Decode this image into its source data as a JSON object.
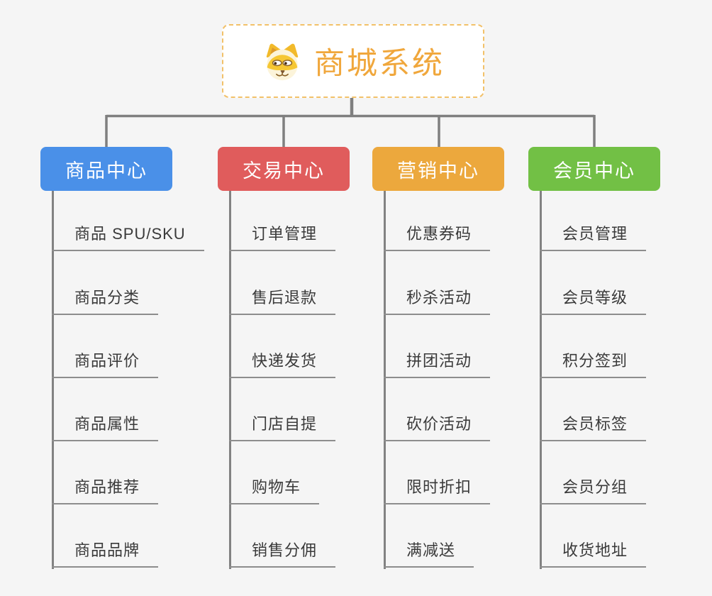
{
  "background": "#f5f5f5",
  "connector_color": "#7f7f7f",
  "underline_color": "#8d8d8d",
  "item_text_color": "#3a3a3a",
  "root": {
    "title": "商城系统",
    "title_color": "#f0a73c",
    "border_color": "#f2c169",
    "icon": "dog-face-icon"
  },
  "branches": [
    {
      "label": "商品中心",
      "color": "#4a90e8",
      "items": [
        "商品 SPU/SKU",
        "商品分类",
        "商品评价",
        "商品属性",
        "商品推荐",
        "商品品牌"
      ]
    },
    {
      "label": "交易中心",
      "color": "#e05c5c",
      "items": [
        "订单管理",
        "售后退款",
        "快递发货",
        "门店自提",
        "购物车",
        "销售分佣"
      ]
    },
    {
      "label": "营销中心",
      "color": "#eca83d",
      "items": [
        "优惠券码",
        "秒杀活动",
        "拼团活动",
        "砍价活动",
        "限时折扣",
        "满减送"
      ]
    },
    {
      "label": "会员中心",
      "color": "#72c045",
      "items": [
        "会员管理",
        "会员等级",
        "积分签到",
        "会员标签",
        "会员分组",
        "收货地址"
      ]
    }
  ]
}
